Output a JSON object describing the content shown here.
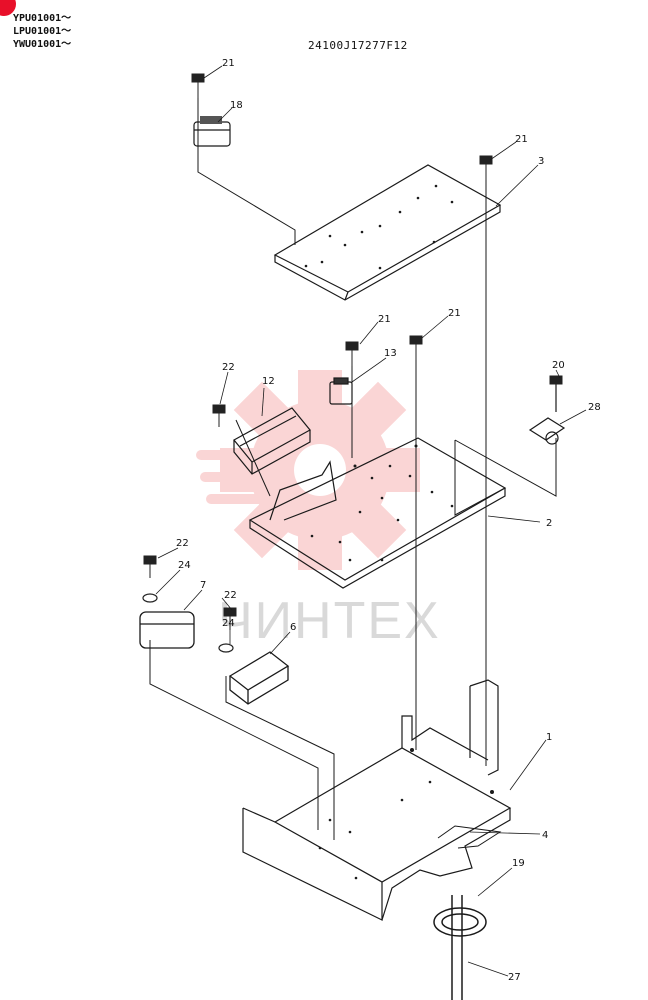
{
  "header": {
    "serial_lines": [
      "YPU01001～",
      "LPU01001～",
      "YWU01001～"
    ],
    "drawing_code": "24100J17277F12"
  },
  "watermark": {
    "text": "ЧИНТЕХ",
    "color": "#f4a4a4"
  },
  "callouts": {
    "c1": "1",
    "c2": "2",
    "c3": "3",
    "c4": "4",
    "c6": "6",
    "c7": "7",
    "c12": "12",
    "c13": "13",
    "c18": "18",
    "c19": "19",
    "c20": "20",
    "c21a": "21",
    "c21b": "21",
    "c21c": "21",
    "c21d": "21",
    "c22a": "22",
    "c22b": "22",
    "c22c": "22",
    "c24a": "24",
    "c24b": "24",
    "c27": "27",
    "c28": "28"
  },
  "colors": {
    "line": "#1a1a1a",
    "accent": "#e8102a"
  }
}
